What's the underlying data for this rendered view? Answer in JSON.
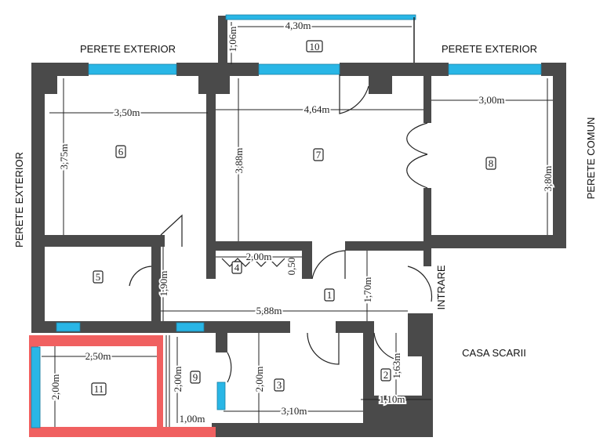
{
  "labels": {
    "top_left": "PERETE EXTERIOR",
    "top_right": "PERETE EXTERIOR",
    "left": "PERETE EXTERIOR",
    "right": "PERETE COMUN",
    "entrance": "INTRARE",
    "stairwell": "CASA SCARII"
  },
  "rooms": {
    "r1": "1",
    "r2": "2",
    "r3": "3",
    "r4": "4",
    "r5": "5",
    "r6": "6",
    "r7": "7",
    "r8": "8",
    "r9": "9",
    "r10": "10",
    "r11": "11"
  },
  "dimensions": {
    "d10_w": "4,30m",
    "d10_h": "1,06m",
    "d6_w": "3,50m",
    "d6_h": "3,75m",
    "d7_w": "4,64m",
    "d7_h": "3,88m",
    "d8_w": "3,00m",
    "d8_h": "3,80m",
    "d4_w": "2,00m",
    "d4_h": "0,50",
    "d5_h": "1,90m",
    "d1_w": "5,88m",
    "d1_h": "1,70m",
    "d11_w": "2,50m",
    "d11_h": "2,00m",
    "d9_h": "2,00m",
    "d9_w": "1,00m",
    "d3_h": "2,00m",
    "d3_w": "3,10m",
    "d2_h": "1,63m",
    "d2_w": "1,10m"
  },
  "colors": {
    "wall": "#4a4a4a",
    "window": "#29b6e6",
    "highlight": "#f06060"
  }
}
